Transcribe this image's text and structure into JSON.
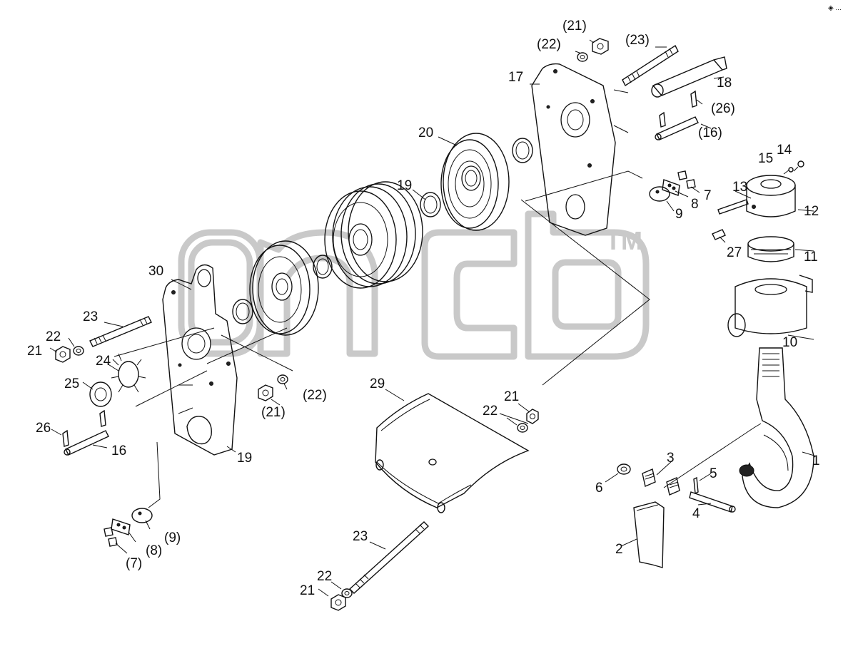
{
  "diagram": {
    "corner_mark": "◈ ..."
  },
  "watermark": {
    "logo_letters": "gncb",
    "trademark": "TM"
  },
  "labels": {
    "p1": "1",
    "p2": "2",
    "p3": "3",
    "p4": "4",
    "p5": "5",
    "p6": "6",
    "p7": "7",
    "p8": "8",
    "p9": "9",
    "p10": "10",
    "p11": "11",
    "p12": "12",
    "p13": "13",
    "p14": "14",
    "p15": "15",
    "p16": "(16)",
    "p17": "17",
    "p18": "18",
    "p19_top": "19",
    "p20": "20",
    "p21_top": "(21)",
    "p22_top": "(22)",
    "p23_top": "(23)",
    "p26_top": "(26)",
    "p27": "27",
    "p8_top": "8",
    "p7_top": "7",
    "p9_top": "9",
    "p21_mid": "21",
    "p22_mid": "22",
    "p29": "29",
    "p30": "30",
    "p23_left": "23",
    "p22_left": "22",
    "p21_left": "21",
    "p24": "24",
    "p25": "25",
    "p26_left": "26",
    "p16_left": "16",
    "p19_left": "19",
    "p21_left2": "(21)",
    "p22_left2": "(22)",
    "p9_bot": "(9)",
    "p8_bot": "(8)",
    "p7_bot": "(7)",
    "p23_bot": "23",
    "p22_bot": "22",
    "p21_bot": "21"
  }
}
